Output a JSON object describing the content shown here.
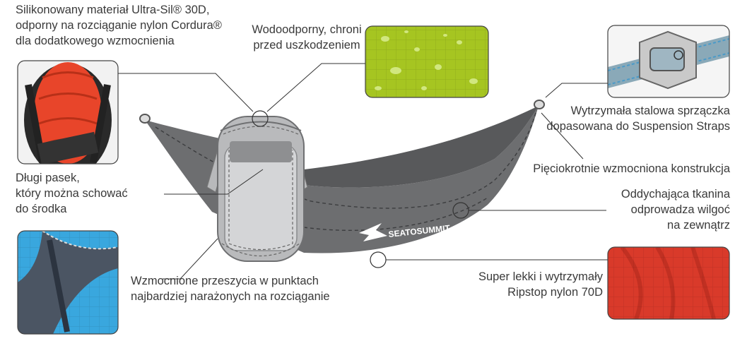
{
  "brand": {
    "logo_text": "SEATOSUMMIT"
  },
  "callouts": {
    "material_lines": [
      "Silikonowany materiał Ultra-Sil® 30D,",
      "odporny na rozciąganie nylon Cordura®",
      "dla dodatkowego wzmocnienia"
    ],
    "waterproof_lines": [
      "Wodoodporny, chroni",
      "przed uszkodzeniem"
    ],
    "buckle_lines": [
      "Wytrzymała stalowa sprzączka",
      "dopasowana do Suspension Straps"
    ],
    "construction_lines": [
      "Pięciokrotnie wzmocniona konstrukcja"
    ],
    "strap_lines": [
      "Długi pasek,",
      "który można schować",
      "do środka"
    ],
    "breathable_lines": [
      "Oddychająca tkanina",
      "odprowadza wilgoć",
      "na zewnątrz"
    ],
    "seams_lines": [
      "Wzmocnione przeszycia w punktach",
      "najbardziej narażonych na rozciąganie"
    ],
    "ripstop_lines": [
      "Super lekki i wytrzymały",
      "Ripstop nylon 70D"
    ]
  },
  "colors": {
    "hammock": "#6d6e70",
    "hammock_dark": "#5a5b5d",
    "sack": "#cfd0d2",
    "sack_dark": "#8e9092",
    "leader_line": "#333333",
    "green_fabric": "#a6c521",
    "orange_fabric": "#e8452a",
    "red_fabric": "#d93a2a",
    "strap_blue": "#4a9ac8",
    "blue_fabric": "#39a7de",
    "text": "#3a3a3a"
  }
}
